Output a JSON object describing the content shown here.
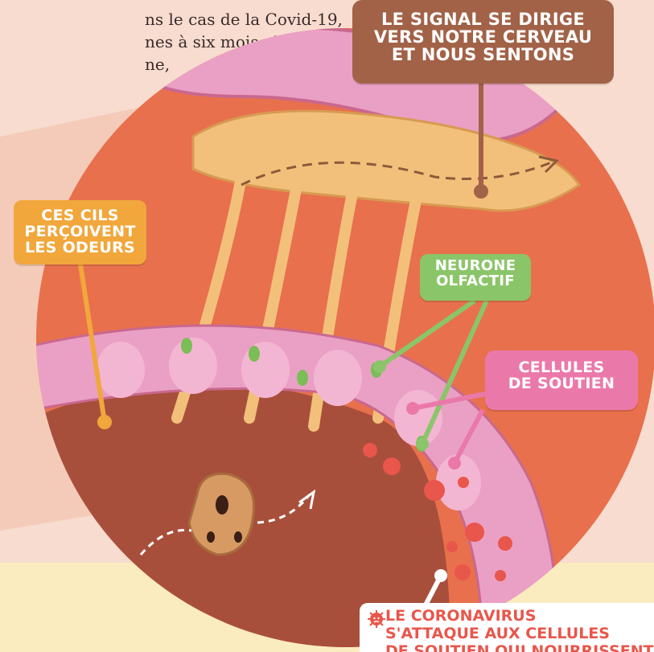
{
  "intro_text": {
    "line1": "ns le cas de la Covid-19,",
    "line2": "nes à six mois plus tard.",
    "line3": "ne,"
  },
  "labels": {
    "signal": [
      "LE SIGNAL SE DIRIGE",
      "VERS NOTRE CERVEAU",
      "ET NOUS SENTONS"
    ],
    "cils": [
      "CES CILS",
      "PERÇOIVENT",
      "LES ODEURS"
    ],
    "neurone": [
      "NEURONE",
      "OLFACTIF"
    ],
    "soutien": [
      "CELLULES",
      "DE SOUTIEN"
    ],
    "corona": [
      "LE CORONAVIRUS",
      "S'ATTAQUE AUX CELLULES",
      "DE SOUTIEN QUI NOURRISSENT"
    ]
  },
  "colors": {
    "background": "#f7dccf",
    "circle_back": "#e8704d",
    "tissue_dark": "#a84f3c",
    "brain_pink": "#eaa0c4",
    "bulb": "#f2c07a",
    "signal_label": "#a26247",
    "cils_label": "#f1a73c",
    "neurone_label": "#8bc569",
    "soutien_label": "#ea79aa",
    "corona_text": "#e9564b"
  }
}
